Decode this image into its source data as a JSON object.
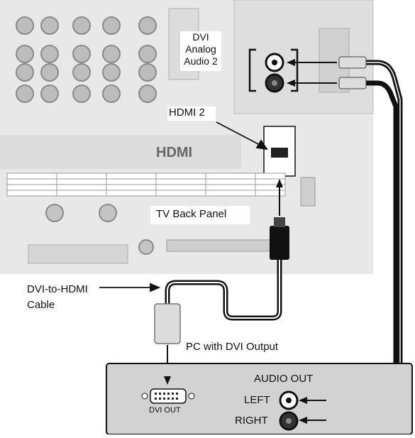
{
  "labels": {
    "dvi_audio_line1": "DVI",
    "dvi_audio_line2": "Analog",
    "dvi_audio_line3": "Audio 2",
    "hdmi2": "HDMI 2",
    "tv_back_panel": "TV Back Panel",
    "dvi_hdmi_line1": "DVI-to-HDMI",
    "dvi_hdmi_line2": "Cable",
    "pc_output": "PC with DVI Output",
    "audio_out": "AUDIO OUT",
    "left": "LEFT",
    "right": "RIGHT",
    "dvi_out": "DVI OUT",
    "hdmi_logo": "HDMI"
  },
  "colors": {
    "panel": "#e8e8e8",
    "panel_dark": "#cfcfcf",
    "connector": "#9a9a9a",
    "cable": "#111111",
    "pc_box": "#d2d2d2",
    "highlight": "#ffffff"
  }
}
